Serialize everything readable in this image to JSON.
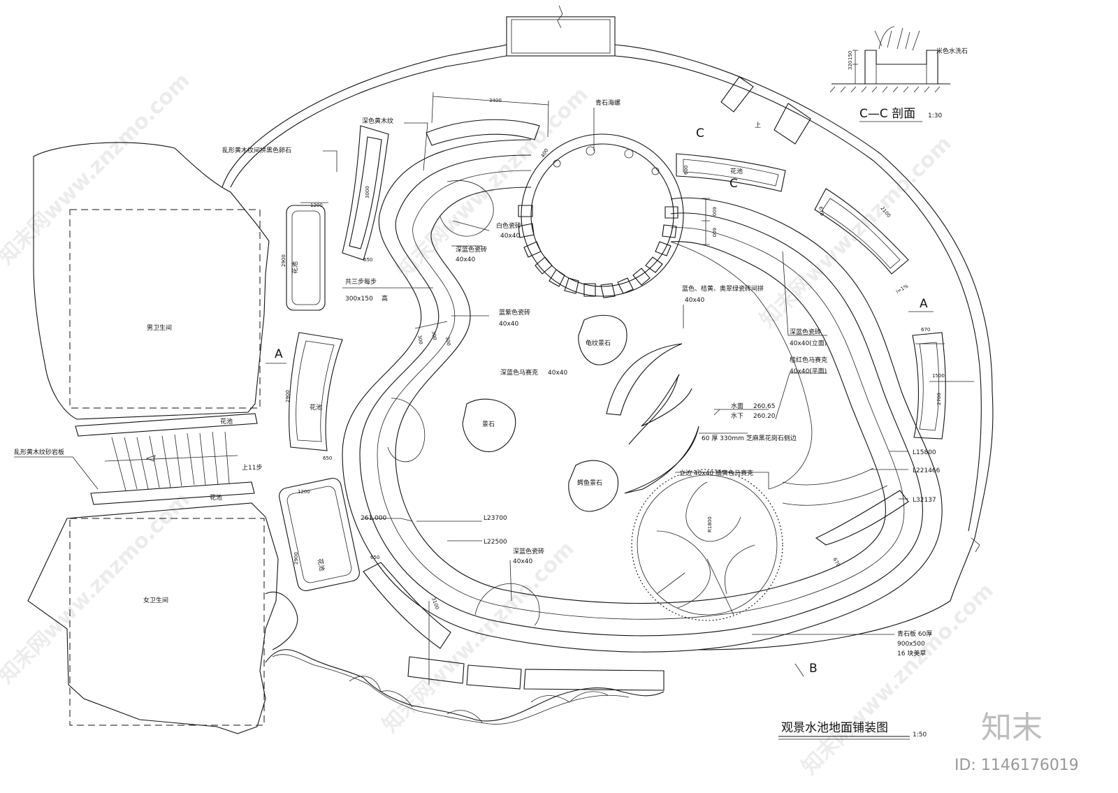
{
  "drawing": {
    "title": "观景水池地面铺装图",
    "scale": "1:50"
  },
  "section": {
    "title": "C—C 剖面",
    "scale": "1:30",
    "material": "米色水洗石",
    "dim_total": "320",
    "dim_upper": "150"
  },
  "rooms": {
    "male_toilet": "男卫生间",
    "female_toilet": "女卫生间"
  },
  "labels": {
    "qingshi_haipiao": "青石海螺",
    "deep_wood_grain": "深色黄木纹",
    "random_wood_black_pebble": "乱形黄木纹间拼黑色卵石",
    "white_tile": "白色瓷砖",
    "white_tile_size": "40x40",
    "deep_blue_tile_1": "深蓝色瓷砖",
    "deep_blue_tile_1_size": "40x40",
    "steps_note": "共三步每步",
    "steps_size": "300x150",
    "steps_high": "高",
    "blue_purple_tile": "蓝紫色瓷砖",
    "blue_purple_tile_size": "40x40",
    "deep_blue_mosaic": "深蓝色马赛克",
    "deep_blue_mosaic_size": "40x40",
    "blue_mix": "蓝色、桔黄、奥翠绿瓷砖间拼",
    "blue_mix_size": "40x40",
    "deep_blue_tile_2": "深蓝色瓷砖",
    "deep_blue_tile_2_size": "40x40(立面)",
    "orange_red_mosaic": "桔红色马赛克",
    "orange_red_mosaic_size": "40x40(平面)",
    "turtle_stone": "龟纹景石",
    "rock": "景石",
    "croc_stone": "鳄鱼景石",
    "water_surface": "水面",
    "water_surface_level": "260.65",
    "water_bottom": "水下",
    "water_bottom_level": "260.20",
    "granite_edge": "60 厚 330mm 芝麻黑花岗石侧边",
    "vertical_edge": "立边 40x40 橘黄色马赛克",
    "bluestone_slab": "青石板 60厚",
    "bluestone_size": "900x500",
    "bluestone_count": "16 块美草",
    "random_sandstone": "乱形黄木纹砂岩板",
    "up_11_steps": "上11步",
    "up": "上",
    "flower_bed": "花池",
    "deep_blue_tile_3": "深蓝色瓷砖",
    "deep_blue_tile_3_size": "40x40",
    "level_261": "261.000",
    "slope": "i=1%",
    "tree_radius": "R1800"
  },
  "lengths": {
    "l1": "L23700",
    "l2": "L22500",
    "l3": "L15800",
    "l4": "L221466",
    "l5": "L32137"
  },
  "section_marks": {
    "a_left": "A",
    "a_right": "A",
    "b": "B",
    "c_top": "C",
    "c_right": "C"
  },
  "dimensions": {
    "d3400": "3400",
    "d400": "400",
    "d3000": "3000",
    "d650a": "650",
    "d1200a": "1200",
    "d2900a": "2900",
    "d2900b": "2900",
    "d650b": "650",
    "d1200b": "1200",
    "d2900c": "2900",
    "d650c": "650",
    "d3100": "3100",
    "d600a": "600",
    "d600b": "600",
    "d600c": "600",
    "d670a": "670",
    "d2100": "2100",
    "d670b": "670",
    "d1500": "1500",
    "d2700": "2700",
    "d670c": "670",
    "d300a": "300",
    "d300b": "300",
    "d300c": "300"
  },
  "brand": {
    "logo": "知末",
    "id": "ID: 1146176019",
    "watermark": "知末网www.znzmo.com"
  }
}
